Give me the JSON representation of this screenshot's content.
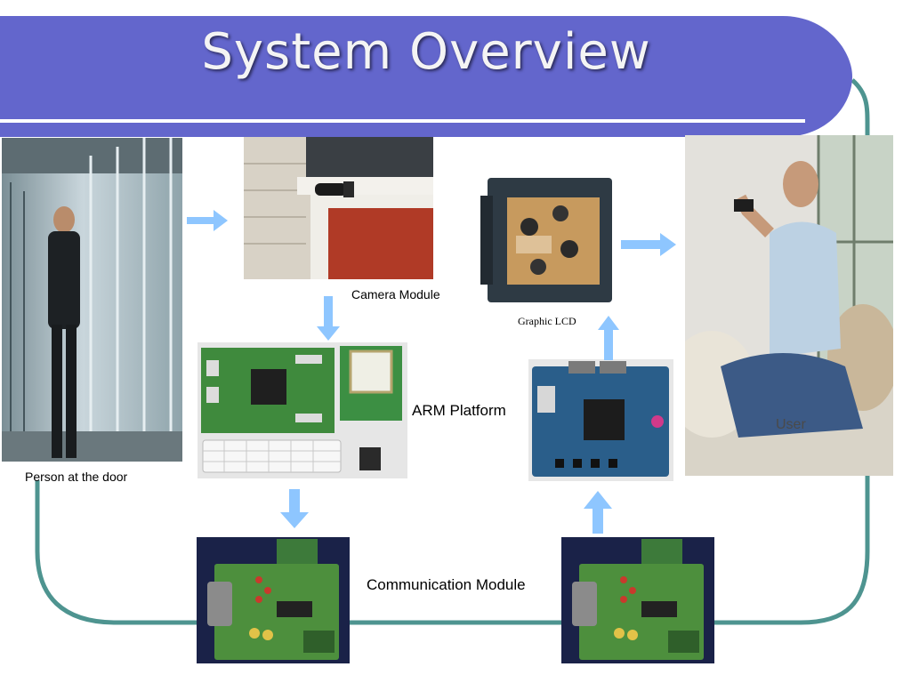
{
  "title": "System Overview",
  "labels": {
    "camera_module": "Camera Module",
    "graphic_lcd": "Graphic LCD",
    "arm_platform": "ARM Platform",
    "person_at_door": "Person at the door",
    "user": "User",
    "communication_module": "Communication Module"
  },
  "colors": {
    "banner": "#6366cc",
    "frame": "#4e9490",
    "arrow": "#8ec6ff"
  }
}
